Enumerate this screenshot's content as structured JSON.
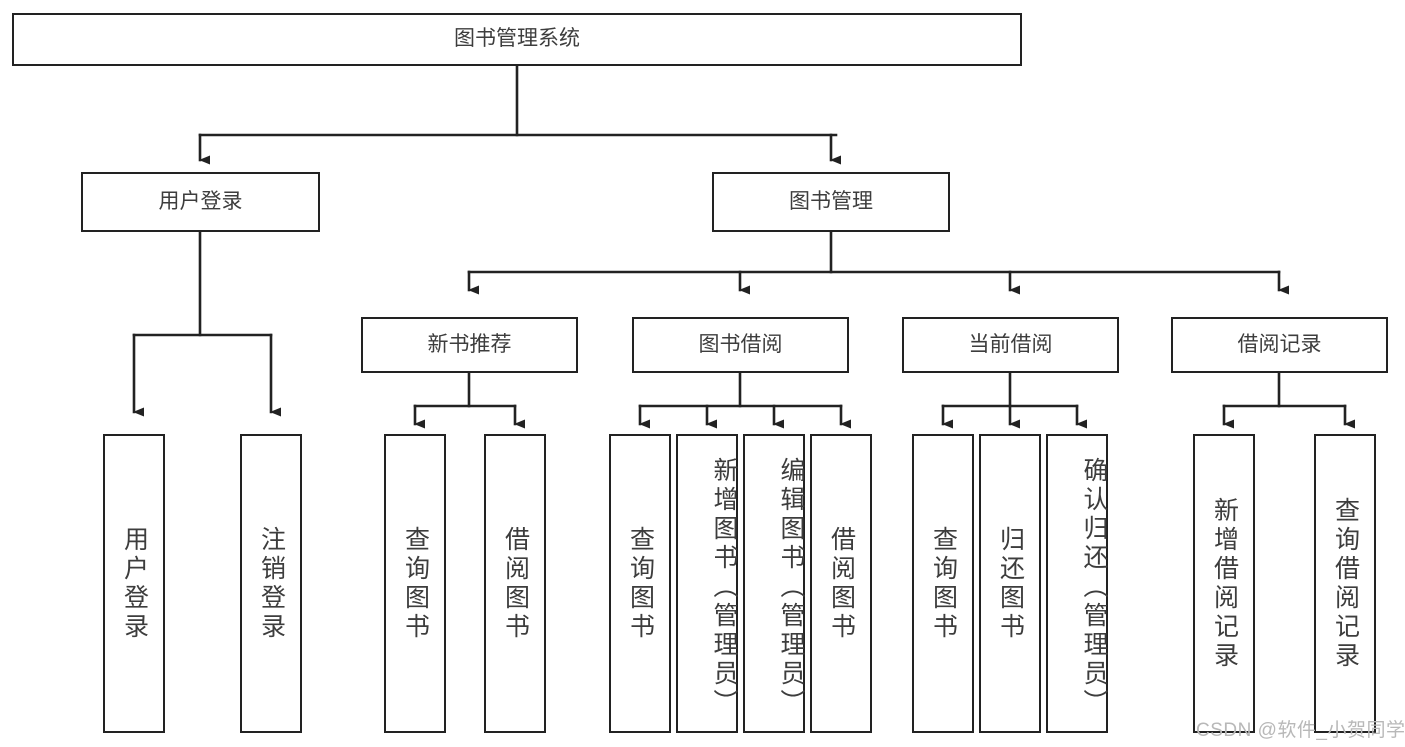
{
  "diagram": {
    "type": "hierarchy-tree",
    "title": "图书管理系统",
    "root": {
      "label": "图书管理系统"
    },
    "level1": [
      {
        "id": "user-login",
        "label": "用户登录"
      },
      {
        "id": "book-manage",
        "label": "图书管理"
      }
    ],
    "level2": [
      {
        "id": "new-book-rec",
        "label": "新书推荐",
        "parent": "book-manage"
      },
      {
        "id": "book-borrow",
        "label": "图书借阅",
        "parent": "book-manage"
      },
      {
        "id": "current-borrow",
        "label": "当前借阅",
        "parent": "book-manage"
      },
      {
        "id": "borrow-record",
        "label": "借阅记录",
        "parent": "book-manage"
      }
    ],
    "leaves": [
      {
        "id": "leaf-1",
        "label": "用户登录",
        "parent": "user-login"
      },
      {
        "id": "leaf-2",
        "label": "注销登录",
        "parent": "user-login"
      },
      {
        "id": "leaf-3",
        "label": "查询图书",
        "parent": "new-book-rec"
      },
      {
        "id": "leaf-4",
        "label": "借阅图书",
        "parent": "new-book-rec"
      },
      {
        "id": "leaf-5",
        "label": "查询图书",
        "parent": "book-borrow"
      },
      {
        "id": "leaf-6",
        "label": "新增图书（管理员）",
        "parent": "book-borrow"
      },
      {
        "id": "leaf-7",
        "label": "编辑图书（管理员）",
        "parent": "book-borrow"
      },
      {
        "id": "leaf-8",
        "label": "借阅图书",
        "parent": "book-borrow"
      },
      {
        "id": "leaf-9",
        "label": "查询图书",
        "parent": "current-borrow"
      },
      {
        "id": "leaf-10",
        "label": "归还图书",
        "parent": "current-borrow"
      },
      {
        "id": "leaf-11",
        "label": "确认归还（管理员）",
        "parent": "current-borrow"
      },
      {
        "id": "leaf-12",
        "label": "新增借阅记录",
        "parent": "borrow-record"
      },
      {
        "id": "leaf-13",
        "label": "查询借阅记录",
        "parent": "borrow-record"
      }
    ],
    "watermark": "CSDN @软件_小贺同学",
    "colors": {
      "stroke": "#222222",
      "fill": "#ffffff",
      "text": "#3d3d3d",
      "watermark": "#b8b8b8"
    }
  }
}
